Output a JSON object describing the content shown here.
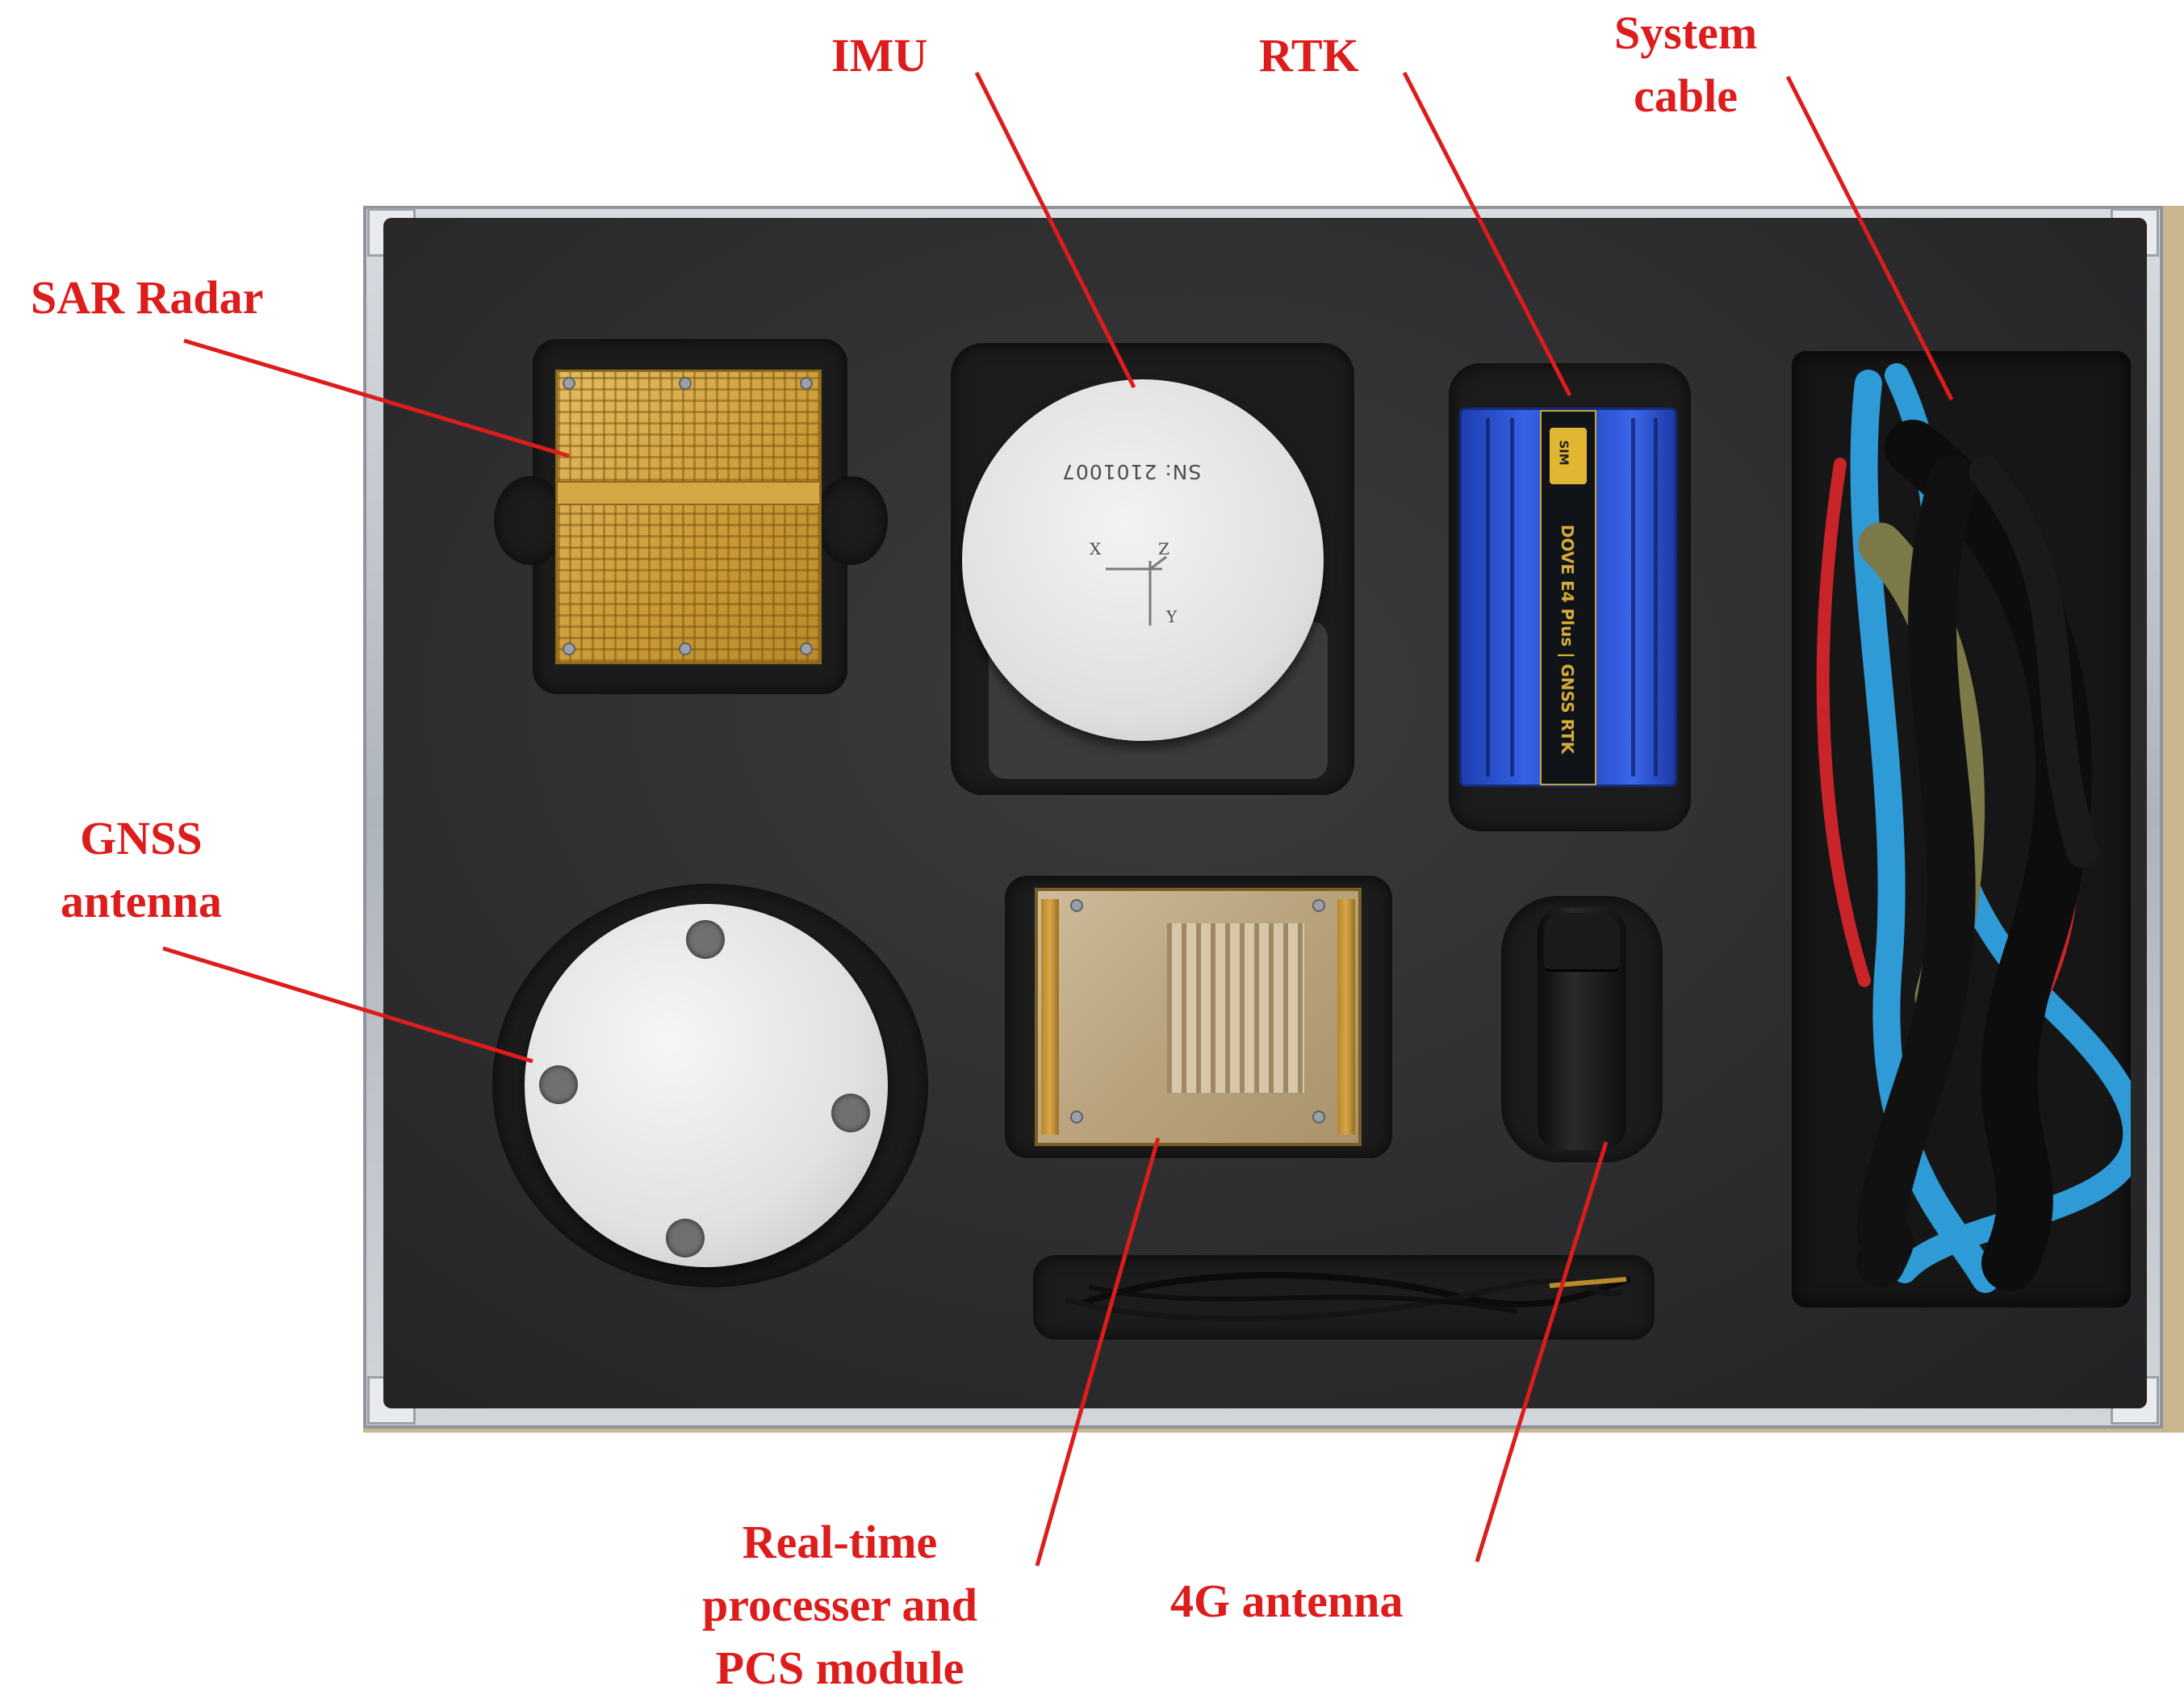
{
  "photo": {
    "imu_serial": "SN: 2101007",
    "imu_axes": {
      "x": "X",
      "z": "Z",
      "y": "Y"
    },
    "rtk_sim": "SIM",
    "rtk_device_text": "DOVE E4 Plus  |  GNSS RTK"
  },
  "labels": {
    "imu": "IMU",
    "rtk": "RTK",
    "system_cable": [
      "System",
      "cable"
    ],
    "sar_radar": "SAR Radar",
    "gnss_antenna": [
      "GNSS",
      "antenna"
    ],
    "processor": [
      "Real-time",
      "processer and",
      "PCS module"
    ],
    "antenna_4g": "4G antenna"
  },
  "colors": {
    "label_text": "#dd1c1c",
    "leader_line": "#dd1c1c"
  }
}
